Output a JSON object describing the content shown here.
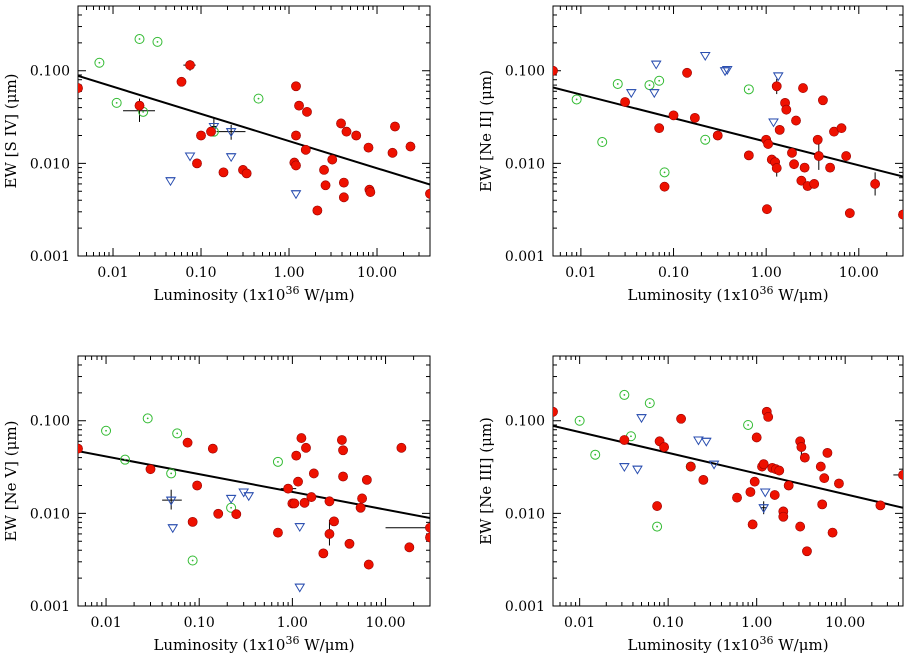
{
  "colors": {
    "detection": "#ee1100",
    "detection_edge": "#990000",
    "upper_limit": "#2b4fb0",
    "green_circle": "#33bb33",
    "fit_line": "#000000"
  },
  "chart_data": [
    {
      "type": "scatter",
      "xlabel": "Luminosity (1x10",
      "xlabel_exp": "36",
      "xlabel_unit": " W/μm)",
      "ylabel": "EW [S IV] (μm)",
      "xlim": [
        0.004,
        40
      ],
      "ylim": [
        0.001,
        0.5
      ],
      "x_scale": "log",
      "y_scale": "log",
      "x_ticks": [
        "0.01",
        "0.10",
        "1.00",
        "10.00"
      ],
      "y_ticks": [
        "0.001",
        "0.010",
        "0.100"
      ],
      "fit_line": [
        [
          0.004,
          0.088
        ],
        [
          40,
          0.0059
        ]
      ],
      "detections": [
        [
          0.004,
          0.065
        ],
        [
          0.02,
          0.042
        ],
        [
          0.06,
          0.076
        ],
        [
          0.075,
          0.115
        ],
        [
          0.09,
          0.01
        ],
        [
          0.1,
          0.02
        ],
        [
          0.13,
          0.022
        ],
        [
          0.18,
          0.008
        ],
        [
          0.3,
          0.0085
        ],
        [
          0.33,
          0.0078
        ],
        [
          1.2,
          0.068
        ],
        [
          1.3,
          0.042
        ],
        [
          1.2,
          0.02
        ],
        [
          1.15,
          0.0102
        ],
        [
          1.2,
          0.0095
        ],
        [
          1.6,
          0.036
        ],
        [
          1.55,
          0.014
        ],
        [
          2.1,
          0.0031
        ],
        [
          2.5,
          0.0085
        ],
        [
          2.6,
          0.0058
        ],
        [
          3.1,
          0.011
        ],
        [
          3.9,
          0.027
        ],
        [
          4.2,
          0.0062
        ],
        [
          4.2,
          0.0043
        ],
        [
          4.5,
          0.022
        ],
        [
          5.8,
          0.02
        ],
        [
          8,
          0.0148
        ],
        [
          8.2,
          0.0052
        ],
        [
          8.4,
          0.0049
        ],
        [
          15,
          0.013
        ],
        [
          16,
          0.025
        ],
        [
          24,
          0.0152
        ],
        [
          40,
          0.0047
        ]
      ],
      "upper_limits": [
        [
          0.045,
          0.0065
        ],
        [
          0.075,
          0.012
        ],
        [
          0.14,
          0.025
        ],
        [
          0.22,
          0.022
        ],
        [
          0.22,
          0.0118
        ],
        [
          1.2,
          0.0047
        ]
      ],
      "green_points": [
        [
          0.007,
          0.122
        ],
        [
          0.011,
          0.045
        ],
        [
          0.02,
          0.22
        ],
        [
          0.022,
          0.036
        ],
        [
          0.032,
          0.205
        ],
        [
          0.14,
          0.022
        ],
        [
          0.45,
          0.05
        ]
      ],
      "error_bars": [
        {
          "x": 0.02,
          "y": 0.037,
          "xerr": [
            0.013,
            0.03
          ],
          "yerr": [
            0.028,
            0.05
          ]
        },
        {
          "x": 0.075,
          "y": 0.115,
          "xerr": [
            0.063,
            0.087
          ],
          "yerr": [
            0.1,
            0.13
          ]
        },
        {
          "x": 0.22,
          "y": 0.022,
          "xerr": [
            0.15,
            0.32
          ],
          "yerr": [
            0.018,
            0.026
          ]
        },
        {
          "x": 0.14,
          "y": 0.025,
          "xerr": [
            0.13,
            0.15
          ],
          "yerr": [
            0.02,
            0.031
          ]
        }
      ]
    },
    {
      "type": "scatter",
      "xlabel": "Luminosity (1x10",
      "xlabel_exp": "36",
      "xlabel_unit": " W/μm)",
      "ylabel": "EW [Ne II] (μm)",
      "xlim": [
        0.005,
        30
      ],
      "ylim": [
        0.001,
        0.5
      ],
      "x_scale": "log",
      "y_scale": "log",
      "x_ticks": [
        "0.01",
        "0.10",
        "1.00",
        "10.00"
      ],
      "y_ticks": [
        "0.001",
        "0.010",
        "0.100"
      ],
      "fit_line": [
        [
          0.005,
          0.066
        ],
        [
          30,
          0.0072
        ]
      ],
      "detections": [
        [
          0.005,
          0.1
        ],
        [
          0.03,
          0.046
        ],
        [
          0.07,
          0.024
        ],
        [
          0.08,
          0.0056
        ],
        [
          0.1,
          0.033
        ],
        [
          0.14,
          0.095
        ],
        [
          0.17,
          0.031
        ],
        [
          0.3,
          0.02
        ],
        [
          0.65,
          0.0122
        ],
        [
          1.02,
          0.0032
        ],
        [
          1,
          0.018
        ],
        [
          1.05,
          0.0162
        ],
        [
          1.15,
          0.011
        ],
        [
          1.25,
          0.0103
        ],
        [
          1.3,
          0.0089
        ],
        [
          1.3,
          0.068
        ],
        [
          1.4,
          0.023
        ],
        [
          1.6,
          0.045
        ],
        [
          1.65,
          0.038
        ],
        [
          1.9,
          0.013
        ],
        [
          2,
          0.0098
        ],
        [
          2.1,
          0.029
        ],
        [
          2.4,
          0.0065
        ],
        [
          2.5,
          0.065
        ],
        [
          2.6,
          0.009
        ],
        [
          2.8,
          0.0057
        ],
        [
          3.3,
          0.006
        ],
        [
          3.6,
          0.018
        ],
        [
          3.7,
          0.012
        ],
        [
          4.1,
          0.048
        ],
        [
          4.9,
          0.009
        ],
        [
          5.4,
          0.022
        ],
        [
          6.5,
          0.024
        ],
        [
          7.3,
          0.012
        ],
        [
          8,
          0.0029
        ],
        [
          15,
          0.006
        ],
        [
          30,
          0.0028
        ]
      ],
      "upper_limits": [
        [
          0.035,
          0.058
        ],
        [
          0.062,
          0.058
        ],
        [
          0.065,
          0.118
        ],
        [
          0.22,
          0.146
        ],
        [
          0.36,
          0.1
        ],
        [
          0.38,
          0.103
        ],
        [
          1.2,
          0.028
        ],
        [
          1.35,
          0.088
        ]
      ],
      "green_points": [
        [
          0.009,
          0.049
        ],
        [
          0.017,
          0.017
        ],
        [
          0.025,
          0.072
        ],
        [
          0.055,
          0.07
        ],
        [
          0.07,
          0.078
        ],
        [
          0.08,
          0.008
        ],
        [
          0.22,
          0.018
        ],
        [
          0.65,
          0.063
        ]
      ],
      "error_bars": [
        {
          "x": 1.3,
          "y": 0.068,
          "xerr": [
            1.25,
            1.35
          ],
          "yerr": [
            0.056,
            0.082
          ]
        },
        {
          "x": 1.3,
          "y": 0.0089,
          "xerr": [
            1.25,
            1.35
          ],
          "yerr": [
            0.0072,
            0.011
          ]
        },
        {
          "x": 3.7,
          "y": 0.012,
          "xerr": [
            3.5,
            3.9
          ],
          "yerr": [
            0.0085,
            0.017
          ]
        },
        {
          "x": 15,
          "y": 0.006,
          "xerr": [
            14,
            16
          ],
          "yerr": [
            0.0045,
            0.008
          ]
        }
      ]
    },
    {
      "type": "scatter",
      "xlabel": "Luminosity (1x10",
      "xlabel_exp": "36",
      "xlabel_unit": " W/μm)",
      "ylabel": "EW [Ne V] (μm)",
      "xlim": [
        0.005,
        30
      ],
      "ylim": [
        0.001,
        0.5
      ],
      "x_scale": "log",
      "y_scale": "log",
      "x_ticks": [
        "0.01",
        "0.10",
        "1.00",
        "10.00"
      ],
      "y_ticks": [
        "0.001",
        "0.010",
        "0.100"
      ],
      "fit_line": [
        [
          0.005,
          0.047
        ],
        [
          30,
          0.0089
        ]
      ],
      "detections": [
        [
          0.005,
          0.05
        ],
        [
          0.03,
          0.03
        ],
        [
          0.075,
          0.058
        ],
        [
          0.085,
          0.0081
        ],
        [
          0.095,
          0.02
        ],
        [
          0.14,
          0.05
        ],
        [
          0.16,
          0.0099
        ],
        [
          0.25,
          0.0098
        ],
        [
          0.7,
          0.0062
        ],
        [
          0.9,
          0.0185
        ],
        [
          1,
          0.0128
        ],
        [
          1.05,
          0.0128
        ],
        [
          1.1,
          0.042
        ],
        [
          1.15,
          0.022
        ],
        [
          1.25,
          0.065
        ],
        [
          1.35,
          0.013
        ],
        [
          1.4,
          0.051
        ],
        [
          1.6,
          0.015
        ],
        [
          1.7,
          0.027
        ],
        [
          2.15,
          0.0037
        ],
        [
          2.5,
          0.0135
        ],
        [
          2.5,
          0.006
        ],
        [
          2.8,
          0.0082
        ],
        [
          3.4,
          0.062
        ],
        [
          3.5,
          0.025
        ],
        [
          3.5,
          0.048
        ],
        [
          4.1,
          0.0047
        ],
        [
          5.4,
          0.0115
        ],
        [
          5.6,
          0.0145
        ],
        [
          6.3,
          0.023
        ],
        [
          6.6,
          0.0028
        ],
        [
          14.8,
          0.051
        ],
        [
          18,
          0.0043
        ],
        [
          30,
          0.007
        ],
        [
          30,
          0.0055
        ]
      ],
      "upper_limits": [
        [
          0.05,
          0.0139
        ],
        [
          0.052,
          0.007
        ],
        [
          0.22,
          0.0145
        ],
        [
          0.3,
          0.017
        ],
        [
          0.34,
          0.0155
        ],
        [
          1.2,
          0.0072
        ],
        [
          1.2,
          0.0016
        ]
      ],
      "green_points": [
        [
          0.01,
          0.078
        ],
        [
          0.016,
          0.038
        ],
        [
          0.028,
          0.106
        ],
        [
          0.05,
          0.027
        ],
        [
          0.058,
          0.073
        ],
        [
          0.085,
          0.0031
        ],
        [
          0.22,
          0.0115
        ],
        [
          0.7,
          0.036
        ]
      ],
      "error_bars": [
        {
          "x": 0.05,
          "y": 0.0139,
          "xerr": [
            0.04,
            0.065
          ],
          "yerr": [
            0.011,
            0.018
          ]
        },
        {
          "x": 30,
          "y": 0.007,
          "xerr": [
            10,
            30
          ],
          "yerr": [
            0.0065,
            0.0075
          ]
        },
        {
          "x": 2.5,
          "y": 0.0062,
          "xerr": [
            2.4,
            2.6
          ],
          "yerr": [
            0.0045,
            0.0085
          ]
        },
        {
          "x": 0.9,
          "y": 0.0185,
          "xerr": [
            0.75,
            1.1
          ],
          "yerr": [
            0.0165,
            0.0205
          ]
        }
      ]
    },
    {
      "type": "scatter",
      "xlabel": "Luminosity (1x10",
      "xlabel_exp": "36",
      "xlabel_unit": " W/μm)",
      "ylabel": "EW [Ne III] (μm)",
      "xlim": [
        0.005,
        45
      ],
      "ylim": [
        0.001,
        0.5
      ],
      "x_scale": "log",
      "y_scale": "log",
      "x_ticks": [
        "0.01",
        "0.10",
        "1.00",
        "10.00"
      ],
      "y_ticks": [
        "0.001",
        "0.010",
        "0.100"
      ],
      "fit_line": [
        [
          0.005,
          0.088
        ],
        [
          45,
          0.0115
        ]
      ],
      "detections": [
        [
          0.005,
          0.125
        ],
        [
          0.032,
          0.062
        ],
        [
          0.075,
          0.012
        ],
        [
          0.08,
          0.06
        ],
        [
          0.09,
          0.052
        ],
        [
          0.14,
          0.105
        ],
        [
          0.18,
          0.032
        ],
        [
          0.25,
          0.023
        ],
        [
          0.6,
          0.0148
        ],
        [
          0.85,
          0.017
        ],
        [
          0.9,
          0.0076
        ],
        [
          1,
          0.066
        ],
        [
          0.95,
          0.022
        ],
        [
          1.15,
          0.032
        ],
        [
          1.2,
          0.034
        ],
        [
          1.3,
          0.125
        ],
        [
          1.35,
          0.11
        ],
        [
          1.5,
          0.031
        ],
        [
          1.6,
          0.0158
        ],
        [
          1.65,
          0.03
        ],
        [
          1.8,
          0.029
        ],
        [
          2,
          0.0105
        ],
        [
          2,
          0.0092
        ],
        [
          2.3,
          0.02
        ],
        [
          3.1,
          0.06
        ],
        [
          3.2,
          0.052
        ],
        [
          3.5,
          0.04
        ],
        [
          3.1,
          0.0072
        ],
        [
          3.7,
          0.0039
        ],
        [
          5.3,
          0.032
        ],
        [
          5.5,
          0.0125
        ],
        [
          5.8,
          0.024
        ],
        [
          6.3,
          0.045
        ],
        [
          7.2,
          0.0062
        ],
        [
          8.5,
          0.021
        ],
        [
          25,
          0.0122
        ],
        [
          45,
          0.026
        ]
      ],
      "upper_limits": [
        [
          0.032,
          0.032
        ],
        [
          0.045,
          0.03
        ],
        [
          0.05,
          0.108
        ],
        [
          0.22,
          0.062
        ],
        [
          0.27,
          0.06
        ],
        [
          0.33,
          0.034
        ],
        [
          1.2,
          0.0115
        ],
        [
          1.25,
          0.017
        ]
      ],
      "green_points": [
        [
          0.01,
          0.1
        ],
        [
          0.015,
          0.043
        ],
        [
          0.032,
          0.19
        ],
        [
          0.038,
          0.068
        ],
        [
          0.062,
          0.155
        ],
        [
          0.075,
          0.0072
        ],
        [
          0.18,
          0.032
        ],
        [
          0.8,
          0.09
        ]
      ],
      "error_bars": [
        {
          "x": 45,
          "y": 0.026,
          "xerr": [
            35,
            45
          ],
          "yerr": [
            0.024,
            0.028
          ]
        },
        {
          "x": 3.2,
          "y": 0.052,
          "xerr": [
            3.05,
            3.35
          ],
          "yerr": [
            0.042,
            0.065
          ]
        },
        {
          "x": 1.2,
          "y": 0.0115,
          "xerr": [
            1.1,
            1.3
          ],
          "yerr": [
            0.0098,
            0.0135
          ]
        }
      ]
    }
  ]
}
